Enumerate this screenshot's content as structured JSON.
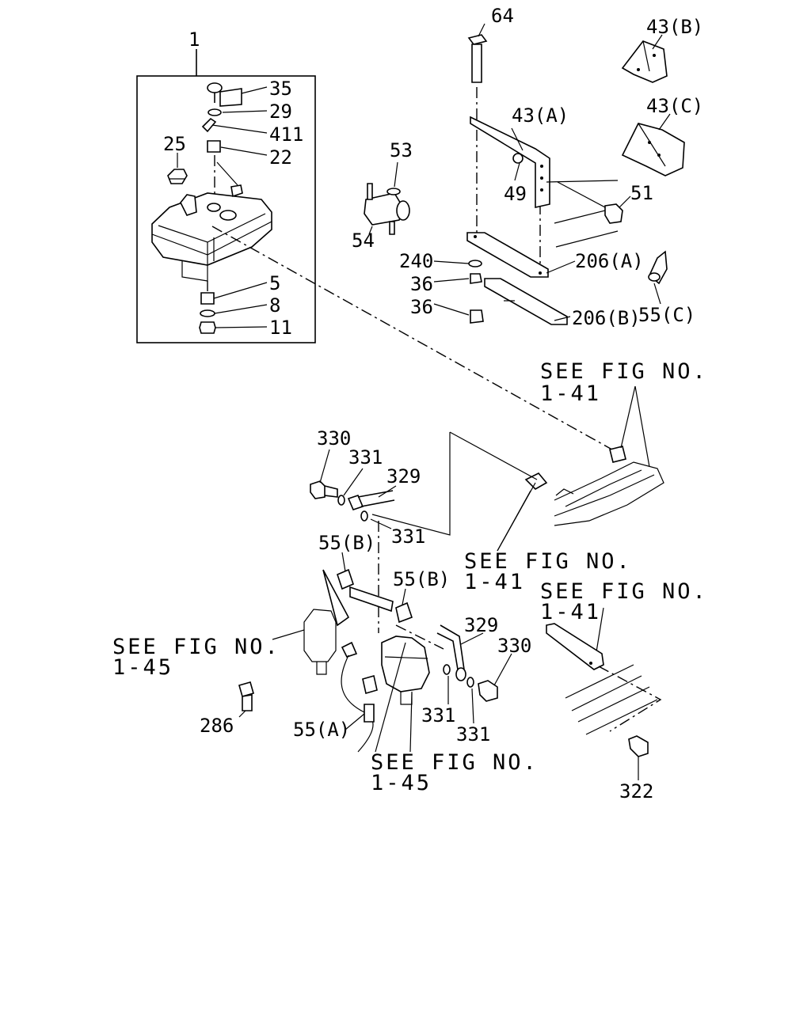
{
  "callouts": {
    "c1": "1",
    "c35": "35",
    "c29": "29",
    "c411": "411",
    "c22": "22",
    "c25": "25",
    "c5": "5",
    "c8": "8",
    "c11": "11",
    "c53": "53",
    "c54": "54",
    "c64": "64",
    "c43a": "43(A)",
    "c43b": "43(B)",
    "c43c": "43(C)",
    "c49": "49",
    "c51": "51",
    "c240": "240",
    "c36a": "36",
    "c36b": "36",
    "c206a": "206(A)",
    "c206b": "206(B)",
    "c55c": "55(C)",
    "c330a": "330",
    "c331a": "331",
    "c329a": "329",
    "c331b": "331",
    "c55ba": "55(B)",
    "c55bb": "55(B)",
    "c329b": "329",
    "c330b": "330",
    "c331c": "331",
    "c331d": "331",
    "c286": "286",
    "c55a": "55(A)",
    "c322": "322"
  },
  "references": {
    "r1": [
      "SEE FIG NO.",
      "1-41"
    ],
    "r2": [
      "SEE FIG NO.",
      "1-41"
    ],
    "r3": [
      "SEE FIG NO.",
      "1-41"
    ],
    "r4": [
      "SEE FIG NO.",
      "1-45"
    ],
    "r5": [
      "SEE FIG NO.",
      "1-45"
    ]
  }
}
